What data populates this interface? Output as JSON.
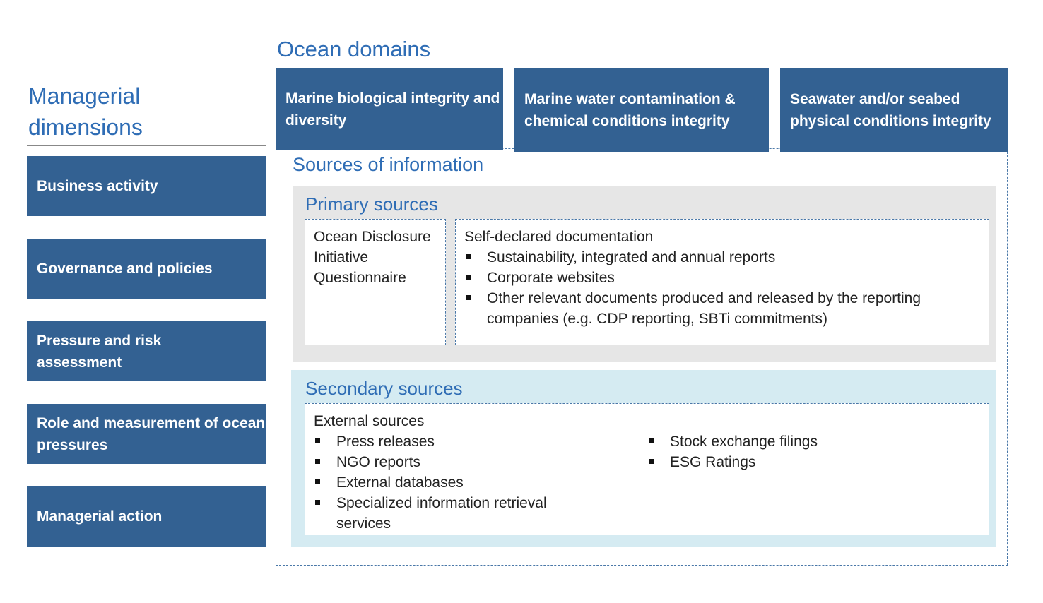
{
  "ocean_domains": {
    "title": "Ocean domains",
    "domains": [
      "Marine biological integrity and diversity",
      "Marine water contamination & chemical conditions integrity",
      "Seawater and/or seabed physical conditions integrity"
    ]
  },
  "managerial": {
    "title": "Managerial dimensions",
    "items": [
      "Business activity",
      "Governance and policies",
      "Pressure and risk assessment",
      "Role and measurement of ocean pressures",
      "Managerial action"
    ]
  },
  "sources": {
    "title": "Sources of information",
    "primary": {
      "title": "Primary sources",
      "odi": "Ocean Disclosure Initiative Questionnaire",
      "self_declared": {
        "heading": "Self-declared documentation",
        "items": [
          "Sustainability, integrated and annual reports",
          "Corporate websites",
          "Other relevant documents produced and released by the reporting companies (e.g. CDP reporting, SBTi commitments)"
        ]
      }
    },
    "secondary": {
      "title": "Secondary sources",
      "heading": "External sources",
      "items_left": [
        "Press releases",
        "NGO reports",
        "External databases",
        "Specialized information retrieval services"
      ],
      "items_right": [
        "Stock exchange filings",
        "ESG Ratings"
      ]
    }
  },
  "colors": {
    "box": "#336192",
    "title": "#2f6db5",
    "primary_bg": "#e6e6e6",
    "secondary_bg": "#d5ebf2"
  }
}
